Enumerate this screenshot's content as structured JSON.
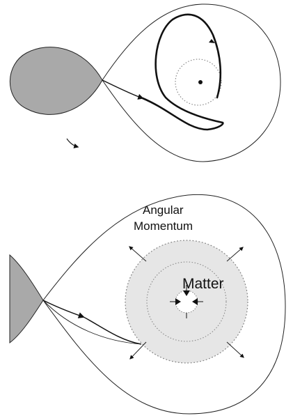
{
  "colors": {
    "star_fill": "#a9a9a9",
    "disk_fill": "#e6e6e6",
    "outline": "#222222",
    "stream": "#111111",
    "dotted": "#888888"
  },
  "lower_panel": {
    "label_angular": "Angular",
    "label_momentum": "Momentum",
    "label_matter": "Matter"
  }
}
